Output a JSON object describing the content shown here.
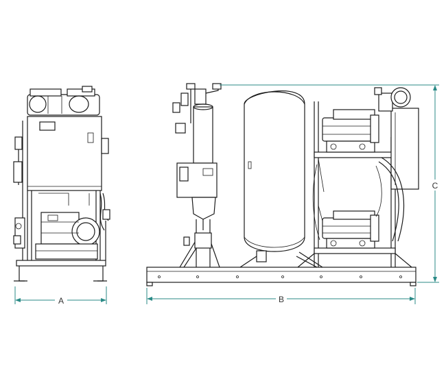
{
  "dimensions": {
    "a": {
      "label": "A"
    },
    "b": {
      "label": "B"
    },
    "c": {
      "label": "C"
    }
  },
  "colors": {
    "dimension_line": "#2a8a86",
    "drawing_line": "#1a1a1a",
    "background": "#ffffff"
  }
}
